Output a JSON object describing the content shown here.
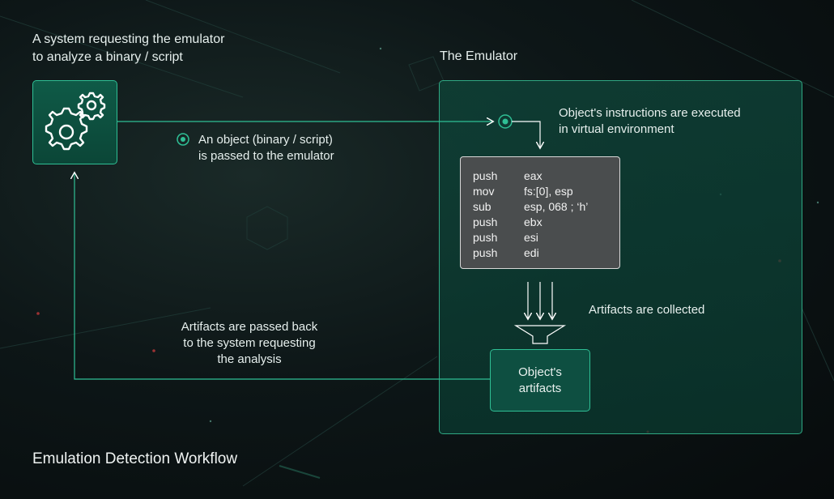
{
  "title": "Emulation Detection Workflow",
  "system": {
    "label_line1": "A system requesting the emulator",
    "label_line2": "to analyze a binary / script",
    "icon": "gears-icon"
  },
  "emulator": {
    "title": "The Emulator",
    "instructions_line1": "Object's instructions are executed",
    "instructions_line2": "in virtual environment",
    "code": [
      {
        "op": "push",
        "arg": "eax"
      },
      {
        "op": "mov",
        "arg": "fs:[0], esp"
      },
      {
        "op": "sub",
        "arg": "esp, 068 ; ‘h’"
      },
      {
        "op": "push",
        "arg": "ebx"
      },
      {
        "op": "push",
        "arg": "esi"
      },
      {
        "op": "push",
        "arg": "edi"
      }
    ],
    "collected_label": "Artifacts are collected",
    "artifacts_line1": "Object's",
    "artifacts_line2": "artifacts"
  },
  "flow": {
    "passed_line1": "An object (binary / script)",
    "passed_line2": "is passed to the emulator",
    "back_line1": "Artifacts are passed back",
    "back_line2": "to the system requesting",
    "back_line3": "the analysis"
  },
  "colors": {
    "accent": "#2fbf95",
    "box_fill": "#0e4f41",
    "background": "#0d1617"
  }
}
